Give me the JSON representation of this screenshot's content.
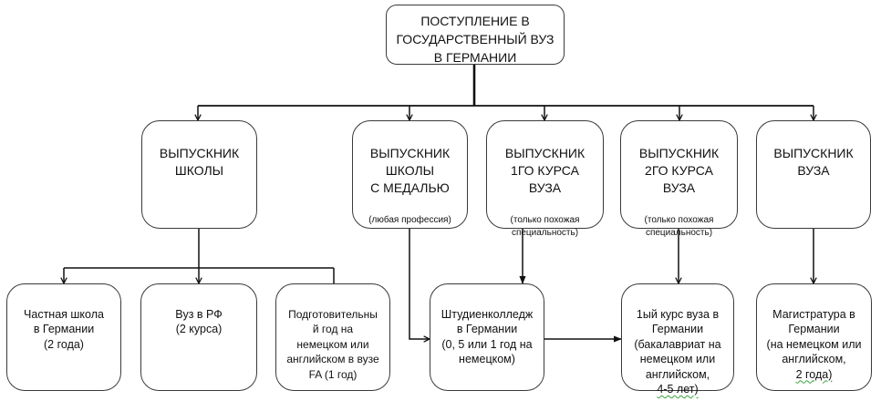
{
  "diagram": {
    "root": {
      "text": "ПОСТУПЛЕНИЕ В\nГОСУДАРСТВЕННЫЙ ВУЗ\nВ ГЕРМАНИИ"
    },
    "categories": [
      {
        "title": "ВЫПУСКНИК\nШКОЛЫ",
        "note": ""
      },
      {
        "title": "ВЫПУСКНИК\nШКОЛЫ\nС МЕДАЛЬЮ",
        "note": "(любая профессия)"
      },
      {
        "title": "ВЫПУСКНИК\n1ГО КУРСА\nВУЗА",
        "note": "(только похожая\nспециальность)"
      },
      {
        "title": "ВЫПУСКНИК\n2ГО КУРСА\nВУЗА",
        "note": "(только похожая\nспециальность)"
      },
      {
        "title": "ВЫПУСКНИК\nВУЗА",
        "note": ""
      }
    ],
    "pathways": [
      {
        "text": "Частная школа\nв Германии\n(2 года)",
        "underlined": ""
      },
      {
        "text": "Вуз в РФ\n(2 курса)",
        "underlined": ""
      },
      {
        "text": "Подготовительны\nй год на\nнемецком или\nанглийском в вузе\nFA (1 год)",
        "underlined": ""
      },
      {
        "text": "Штудиенколледж\nв Германии\n(0, 5 или 1 год на\nнемецком)",
        "underlined": ""
      },
      {
        "text": "1ый курс вуза в\nГермании\n(бакалавриат на\nнемецком или\nанглийском,\n",
        "underlined": "4-5 лет)"
      },
      {
        "text": "Магистратура в\nГермании\n(на немецком или\nанглийском,\n",
        "underlined": "2 года)"
      }
    ],
    "edges": [
      {
        "from": "root",
        "to": "school-graduate"
      },
      {
        "from": "root",
        "to": "medal-graduate"
      },
      {
        "from": "root",
        "to": "first-year-student"
      },
      {
        "from": "root",
        "to": "second-year-student"
      },
      {
        "from": "root",
        "to": "university-graduate"
      },
      {
        "from": "school-graduate",
        "to": "private-school-germany"
      },
      {
        "from": "school-graduate",
        "to": "university-russia"
      },
      {
        "from": "school-graduate",
        "to": "preparatory-year"
      },
      {
        "from": "medal-graduate",
        "to": "studienkolleg"
      },
      {
        "from": "first-year-student",
        "to": "studienkolleg"
      },
      {
        "from": "studienkolleg",
        "to": "bachelor-first-year"
      },
      {
        "from": "second-year-student",
        "to": "bachelor-first-year"
      },
      {
        "from": "university-graduate",
        "to": "masters-germany"
      }
    ]
  }
}
